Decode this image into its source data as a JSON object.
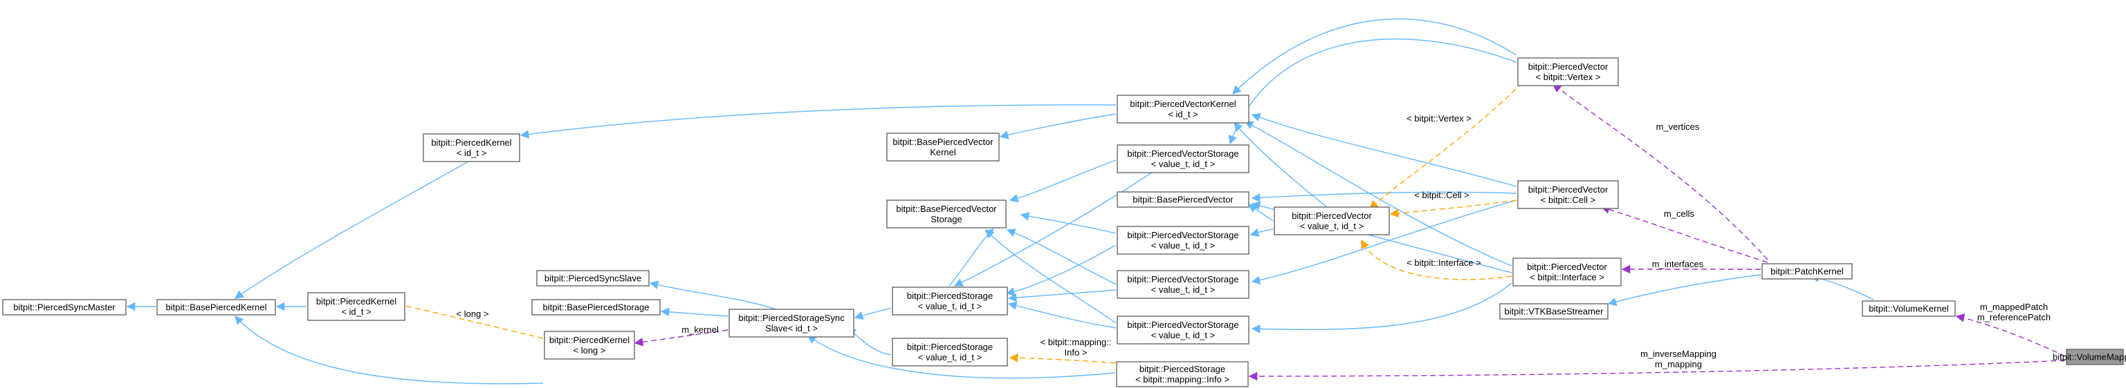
{
  "nodes": {
    "n_syncmaster": [
      "bitpit::PiercedSyncMaster"
    ],
    "n_basekernel": [
      "bitpit::BasePiercedKernel"
    ],
    "n_kernel_id": [
      "bitpit::PiercedKernel",
      "< id_t >"
    ],
    "n_kernel_long": [
      "bitpit::PiercedKernel",
      "< long >"
    ],
    "n_syncslave": [
      "bitpit::PiercedSyncSlave"
    ],
    "n_basestorage": [
      "bitpit::BasePiercedStorage"
    ],
    "n_storagesyncslave": [
      "bitpit::PiercedStorageSync",
      "Slave< id_t >"
    ],
    "n_kernel_top": [
      "bitpit::PiercedKernel",
      "< id_t >"
    ],
    "n_basevectorkernel": [
      "bitpit::BasePiercedVector",
      "Kernel"
    ],
    "n_basevectorstorage": [
      "bitpit::BasePiercedVector",
      "Storage"
    ],
    "n_storage_vi": [
      "bitpit::PiercedStorage",
      "< value_t, id_t >"
    ],
    "n_storage_vi2": [
      "bitpit::PiercedStorage",
      "< value_t, id_t >"
    ],
    "n_vectorkernel": [
      "bitpit::PiercedVectorKernel",
      "< id_t >"
    ],
    "n_vs1": [
      "bitpit::PiercedVectorStorage",
      "< value_t, id_t >"
    ],
    "n_basevector": [
      "bitpit::BasePiercedVector"
    ],
    "n_vs2": [
      "bitpit::PiercedVectorStorage",
      "< value_t, id_t >"
    ],
    "n_vs3": [
      "bitpit::PiercedVectorStorage",
      "< value_t, id_t >"
    ],
    "n_vs4": [
      "bitpit::PiercedVectorStorage",
      "< value_t, id_t >"
    ],
    "n_storage_info": [
      "bitpit::PiercedStorage",
      "< bitpit::mapping::Info >"
    ],
    "n_vector_vi": [
      "bitpit::PiercedVector",
      "< value_t, id_t >"
    ],
    "n_vec_vertex": [
      "bitpit::PiercedVector",
      "< bitpit::Vertex >"
    ],
    "n_vec_cell": [
      "bitpit::PiercedVector",
      "< bitpit::Cell >"
    ],
    "n_vec_interface": [
      "bitpit::PiercedVector",
      "< bitpit::Interface >"
    ],
    "n_vtkstreamer": [
      "bitpit::VTKBaseStreamer"
    ],
    "n_patchkernel": [
      "bitpit::PatchKernel"
    ],
    "n_volumekernel": [
      "bitpit::VolumeKernel"
    ],
    "n_volumemapper": [
      "bitpit::VolumeMapper"
    ]
  },
  "edge_labels": {
    "l_long": [
      "< long >"
    ],
    "l_mkernel": [
      "m_kernel"
    ],
    "l_mapinfo": [
      "< bitpit::mapping::",
      "Info >"
    ],
    "l_vertex": [
      "< bitpit::Vertex >"
    ],
    "l_cell": [
      "< bitpit::Cell >"
    ],
    "l_interface": [
      "< bitpit::Interface >"
    ],
    "l_mvertices": [
      "m_vertices"
    ],
    "l_mcells": [
      "m_cells"
    ],
    "l_minterfaces": [
      "m_interfaces"
    ],
    "l_mpatch": [
      "m_mappedPatch",
      "m_referencePatch"
    ],
    "l_mmapping": [
      "m_inverseMapping",
      "m_mapping"
    ]
  },
  "colors": {
    "inheritance": "#63b8ff",
    "template": "#ffa500",
    "usage": "#9a32cd",
    "highlight_fill": "#999999"
  }
}
